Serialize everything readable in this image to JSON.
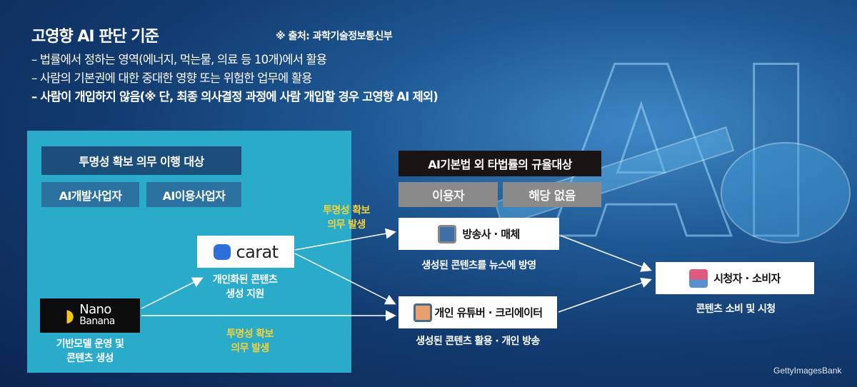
{
  "header": {
    "title": "고영향 AI 판단 기준",
    "source": "※ 출처: 과학기술정보통신부",
    "criteria": [
      "– 법률에서 정하는 영역(에너지, 먹는물, 의료 등 10개)에서 활용",
      "– 사람의 기본권에 대한 중대한 영향 또는 위험한 업무에 활용",
      "– 사람이 개입하지 않음(※ 단, 최종 의사결정 과정에 사람 개입할 경우 고영향 AI 제외)"
    ]
  },
  "left_panel": {
    "heading": "투명성 확보 의무 이행 대상",
    "developer": "AI개발사업자",
    "user": "AI이용사업자",
    "carat": {
      "logo": "carat",
      "caption_1": "개인화된 콘텐츠",
      "caption_2": "생성 지원"
    },
    "nano": {
      "logo_1": "Nano",
      "logo_2": "Banana",
      "caption_1": "기반모델 운영 및",
      "caption_2": "콘텐츠 생성"
    },
    "obligation_top": {
      "line1": "투명성 확보",
      "line2": "의무 발생"
    },
    "obligation_bottom": {
      "line1": "투명성 확보",
      "line2": "의무 발생"
    }
  },
  "right_panel": {
    "heading": "AI기본법 외 타법률의 규율대상",
    "user_label": "이용자",
    "none_label": "해당 없음",
    "broadcaster": {
      "label": "방송사 · 매체",
      "caption": "생성된 콘텐츠를 뉴스에 방영"
    },
    "youtuber": {
      "label": "개인 유튜버 · 크리에이터",
      "caption": "생성된 콘텐츠 활용 · 개인 방송"
    },
    "viewer": {
      "label": "시청자 · 소비자",
      "caption": "콘텐츠 소비 및 시청"
    }
  },
  "decor": {
    "big_letters": "AI"
  },
  "credit": "GettyImagesBank",
  "colors": {
    "panel": "#2aabc9",
    "navy": "#1c4e7c",
    "yellow": "#f2d23a"
  }
}
